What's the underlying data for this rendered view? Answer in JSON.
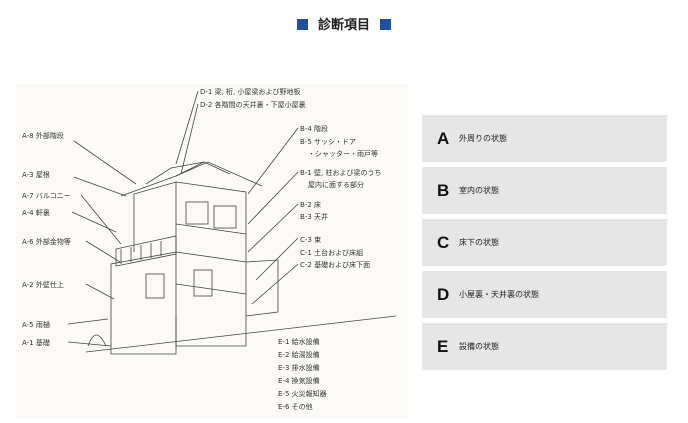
{
  "heading": {
    "title": "診断項目"
  },
  "diagram": {
    "labels": [
      "D-1 梁, 桁, 小屋梁および野地板",
      "D-2 各階間の天井裏・下屋小屋裏",
      "A-8 外部階段",
      "B-4 階段",
      "B-5 サッシ・ドア",
      "・シャッター・雨戸等",
      "A-3 屋根",
      "B-1 壁, 柱および梁のうち",
      "屋内に面する部分",
      "A-7 バルコニー",
      "A-4 軒裏",
      "B-2 床",
      "B-3 天井",
      "A-6 外部金物等",
      "C-3 束",
      "C-1 土台および床組",
      "C-2 基礎および床下面",
      "A-2 外壁仕上",
      "A-5 雨樋",
      "A-1 基礎",
      "E-1 給水設備",
      "E-2 給湯設備",
      "E-3 排水設備",
      "E-4 換気設備",
      "E-5 火災報知器",
      "E-6 その他"
    ]
  },
  "categories": [
    {
      "letter": "A",
      "label": "外周りの状態"
    },
    {
      "letter": "B",
      "label": "室内の状態"
    },
    {
      "letter": "C",
      "label": "床下の状態"
    },
    {
      "letter": "D",
      "label": "小屋裏・天井裏の状態"
    },
    {
      "letter": "E",
      "label": "設備の状態"
    }
  ]
}
